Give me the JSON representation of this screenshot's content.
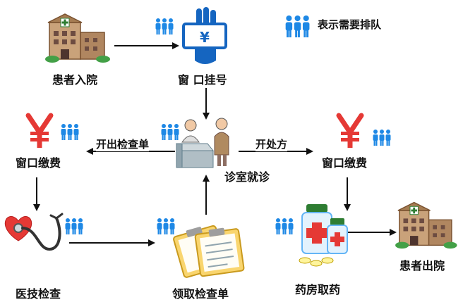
{
  "legend": {
    "text": "表示需要排队",
    "icon": "queue-people-icon",
    "color": "#1e88e5"
  },
  "nodes": {
    "admission": {
      "label": "患者入院",
      "icon": "hospital-icon"
    },
    "registration": {
      "label": "窗 口挂号",
      "icon": "hand-yuan-card-icon"
    },
    "consultation": {
      "label": "诊室就诊",
      "icon": "doctor-patient-icon"
    },
    "payment_left": {
      "label": "窗口缴费",
      "icon": "yuan-icon"
    },
    "payment_right": {
      "label": "窗口缴费",
      "icon": "yuan-icon"
    },
    "exam": {
      "label": "医技检查",
      "icon": "stethoscope-heart-icon"
    },
    "get_report": {
      "label": "领取检查单",
      "icon": "clipboard-icon"
    },
    "pharmacy": {
      "label": "药房取药",
      "icon": "medicine-bottles-icon"
    },
    "discharge": {
      "label": "患者出院",
      "icon": "hospital-icon"
    }
  },
  "edges": {
    "issue_exam": {
      "label": "开出检查单"
    },
    "prescribe": {
      "label": "开处方"
    }
  },
  "colors": {
    "yuan": "#e53935",
    "queue": "#1e88e5",
    "arrow": "#111111",
    "hand": "#1565c0"
  }
}
